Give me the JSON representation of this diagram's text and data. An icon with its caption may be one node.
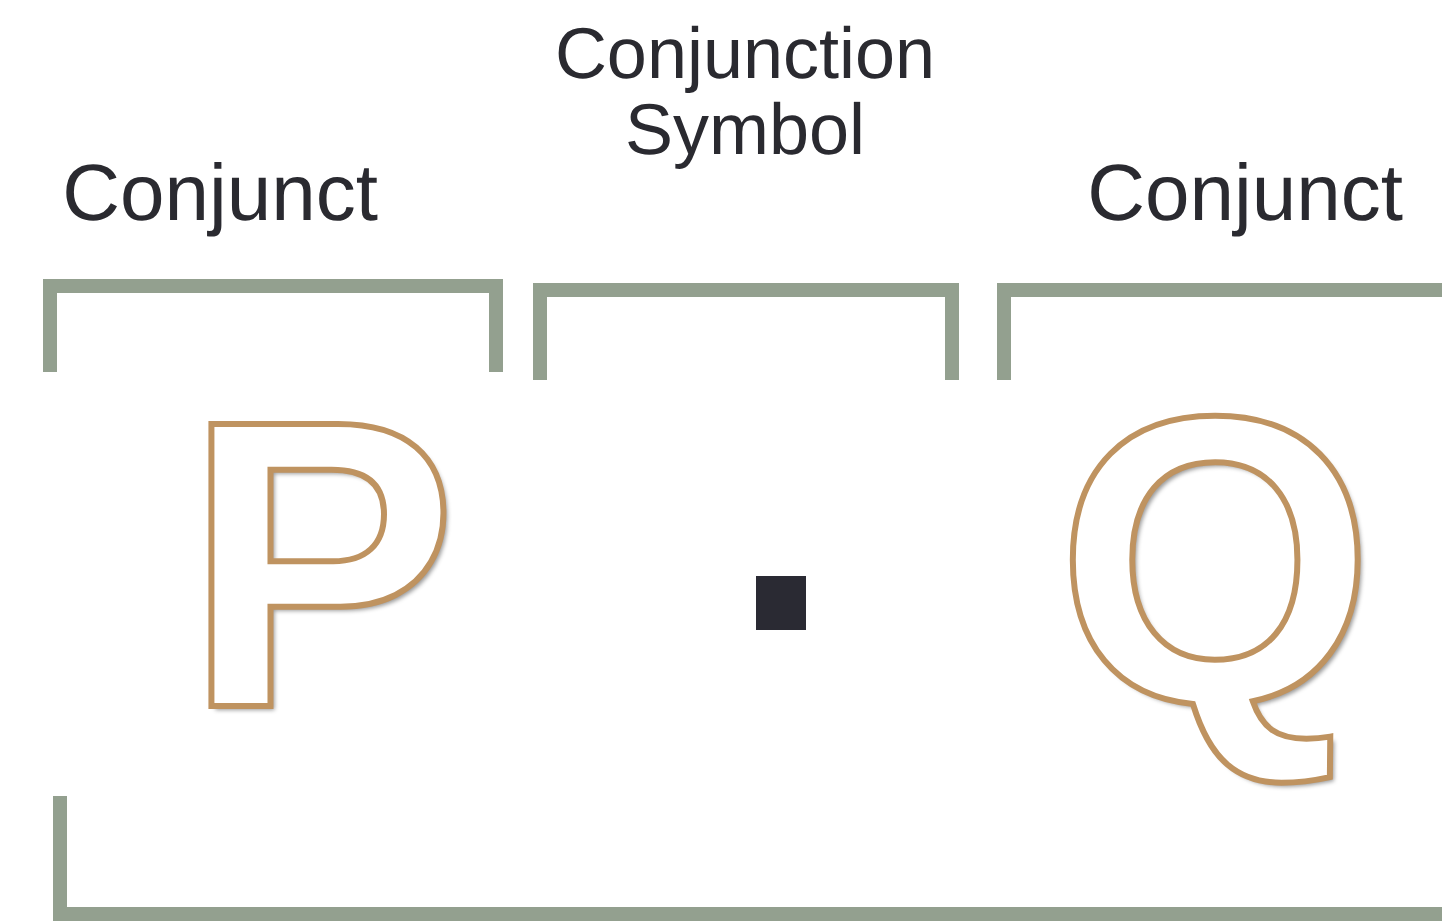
{
  "diagram": {
    "labels": [
      "Conjunct",
      "Conjunction Symbol",
      "Conjunct",
      "P",
      "Q"
    ]
  }
}
